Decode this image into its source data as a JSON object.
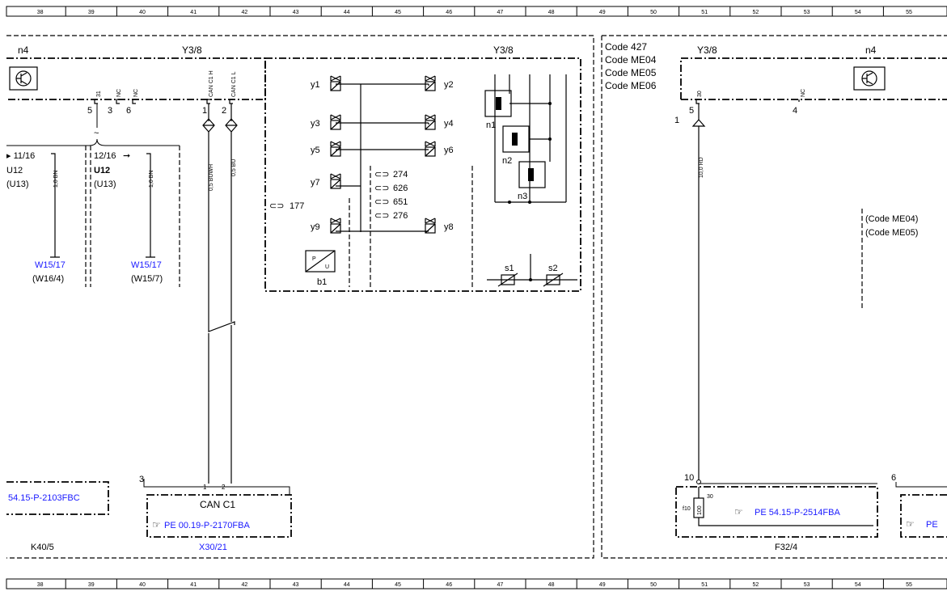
{
  "grid": {
    "columns": [
      "38",
      "39",
      "40",
      "41",
      "42",
      "43",
      "44",
      "45",
      "46",
      "47",
      "48",
      "49",
      "50",
      "51",
      "52",
      "53",
      "54",
      "55"
    ]
  },
  "left_section": {
    "module_left": "n4",
    "module_y38": "Y3/8",
    "module_y38_right": "Y3/8",
    "pin_labels_top": [
      "31",
      "NC",
      "NC",
      "CAN C1 H",
      "CAN C1 L"
    ],
    "pin_numbers": [
      "5",
      "3",
      "6",
      "1",
      "2"
    ],
    "tilde": "~",
    "ref_a": {
      "arrow_text": "11/16",
      "u": "U12",
      "u_paren": "(U13)"
    },
    "ref_b": {
      "arrow_text": "12/16",
      "u": "U12",
      "u_paren": "(U13)"
    },
    "wire_a": "1,0 BN",
    "wire_b": "1,0 BN",
    "wire_c": "0,5 BUWH",
    "wire_d": "0,5 BU",
    "ground_a": {
      "link": "W15/17",
      "sub": "(W16/4)"
    },
    "ground_b": {
      "link": "W15/17",
      "sub": "(W15/7)"
    },
    "ref_box_left": "54.15-P-2103FBC",
    "k40": "K40/5",
    "conn_number": "3",
    "conn_pins": [
      "1",
      "2"
    ],
    "can_label": "CAN C1",
    "pe_link": "PE 00.19-P-2170FBA",
    "x30": "X30/21"
  },
  "valve_block": {
    "valves_left": [
      "y1",
      "y3",
      "y5",
      "y7",
      "y9"
    ],
    "valves_right": [
      "y2",
      "y4",
      "y6",
      "y8"
    ],
    "codes": [
      "274",
      "626",
      "651",
      "276"
    ],
    "code_177": "177",
    "sensor_b1": "b1",
    "sensor_symbol": [
      "P",
      "U"
    ],
    "pumps": [
      "n1",
      "n2",
      "n3"
    ],
    "switches": [
      "s1",
      "s2"
    ]
  },
  "right_section": {
    "codes_top": [
      "Code 427",
      "Code ME04",
      "Code ME05",
      "Code ME06"
    ],
    "module_y38": "Y3/8",
    "module_n4": "n4",
    "pin_label_top": [
      "30",
      "NC"
    ],
    "pin_numbers": [
      "5",
      "4"
    ],
    "pin_one": "1",
    "wire": "10,0 RD",
    "codes_side": [
      "(Code ME04)",
      "(Code ME05)"
    ],
    "conn_number": "10",
    "conn_six": "6",
    "fuse_label": "f10",
    "fuse_value": "100",
    "fuse_pin": "30",
    "pe_link": "PE 54.15-P-2514FBA",
    "pe_partial": "PE",
    "f32": "F32/4"
  }
}
